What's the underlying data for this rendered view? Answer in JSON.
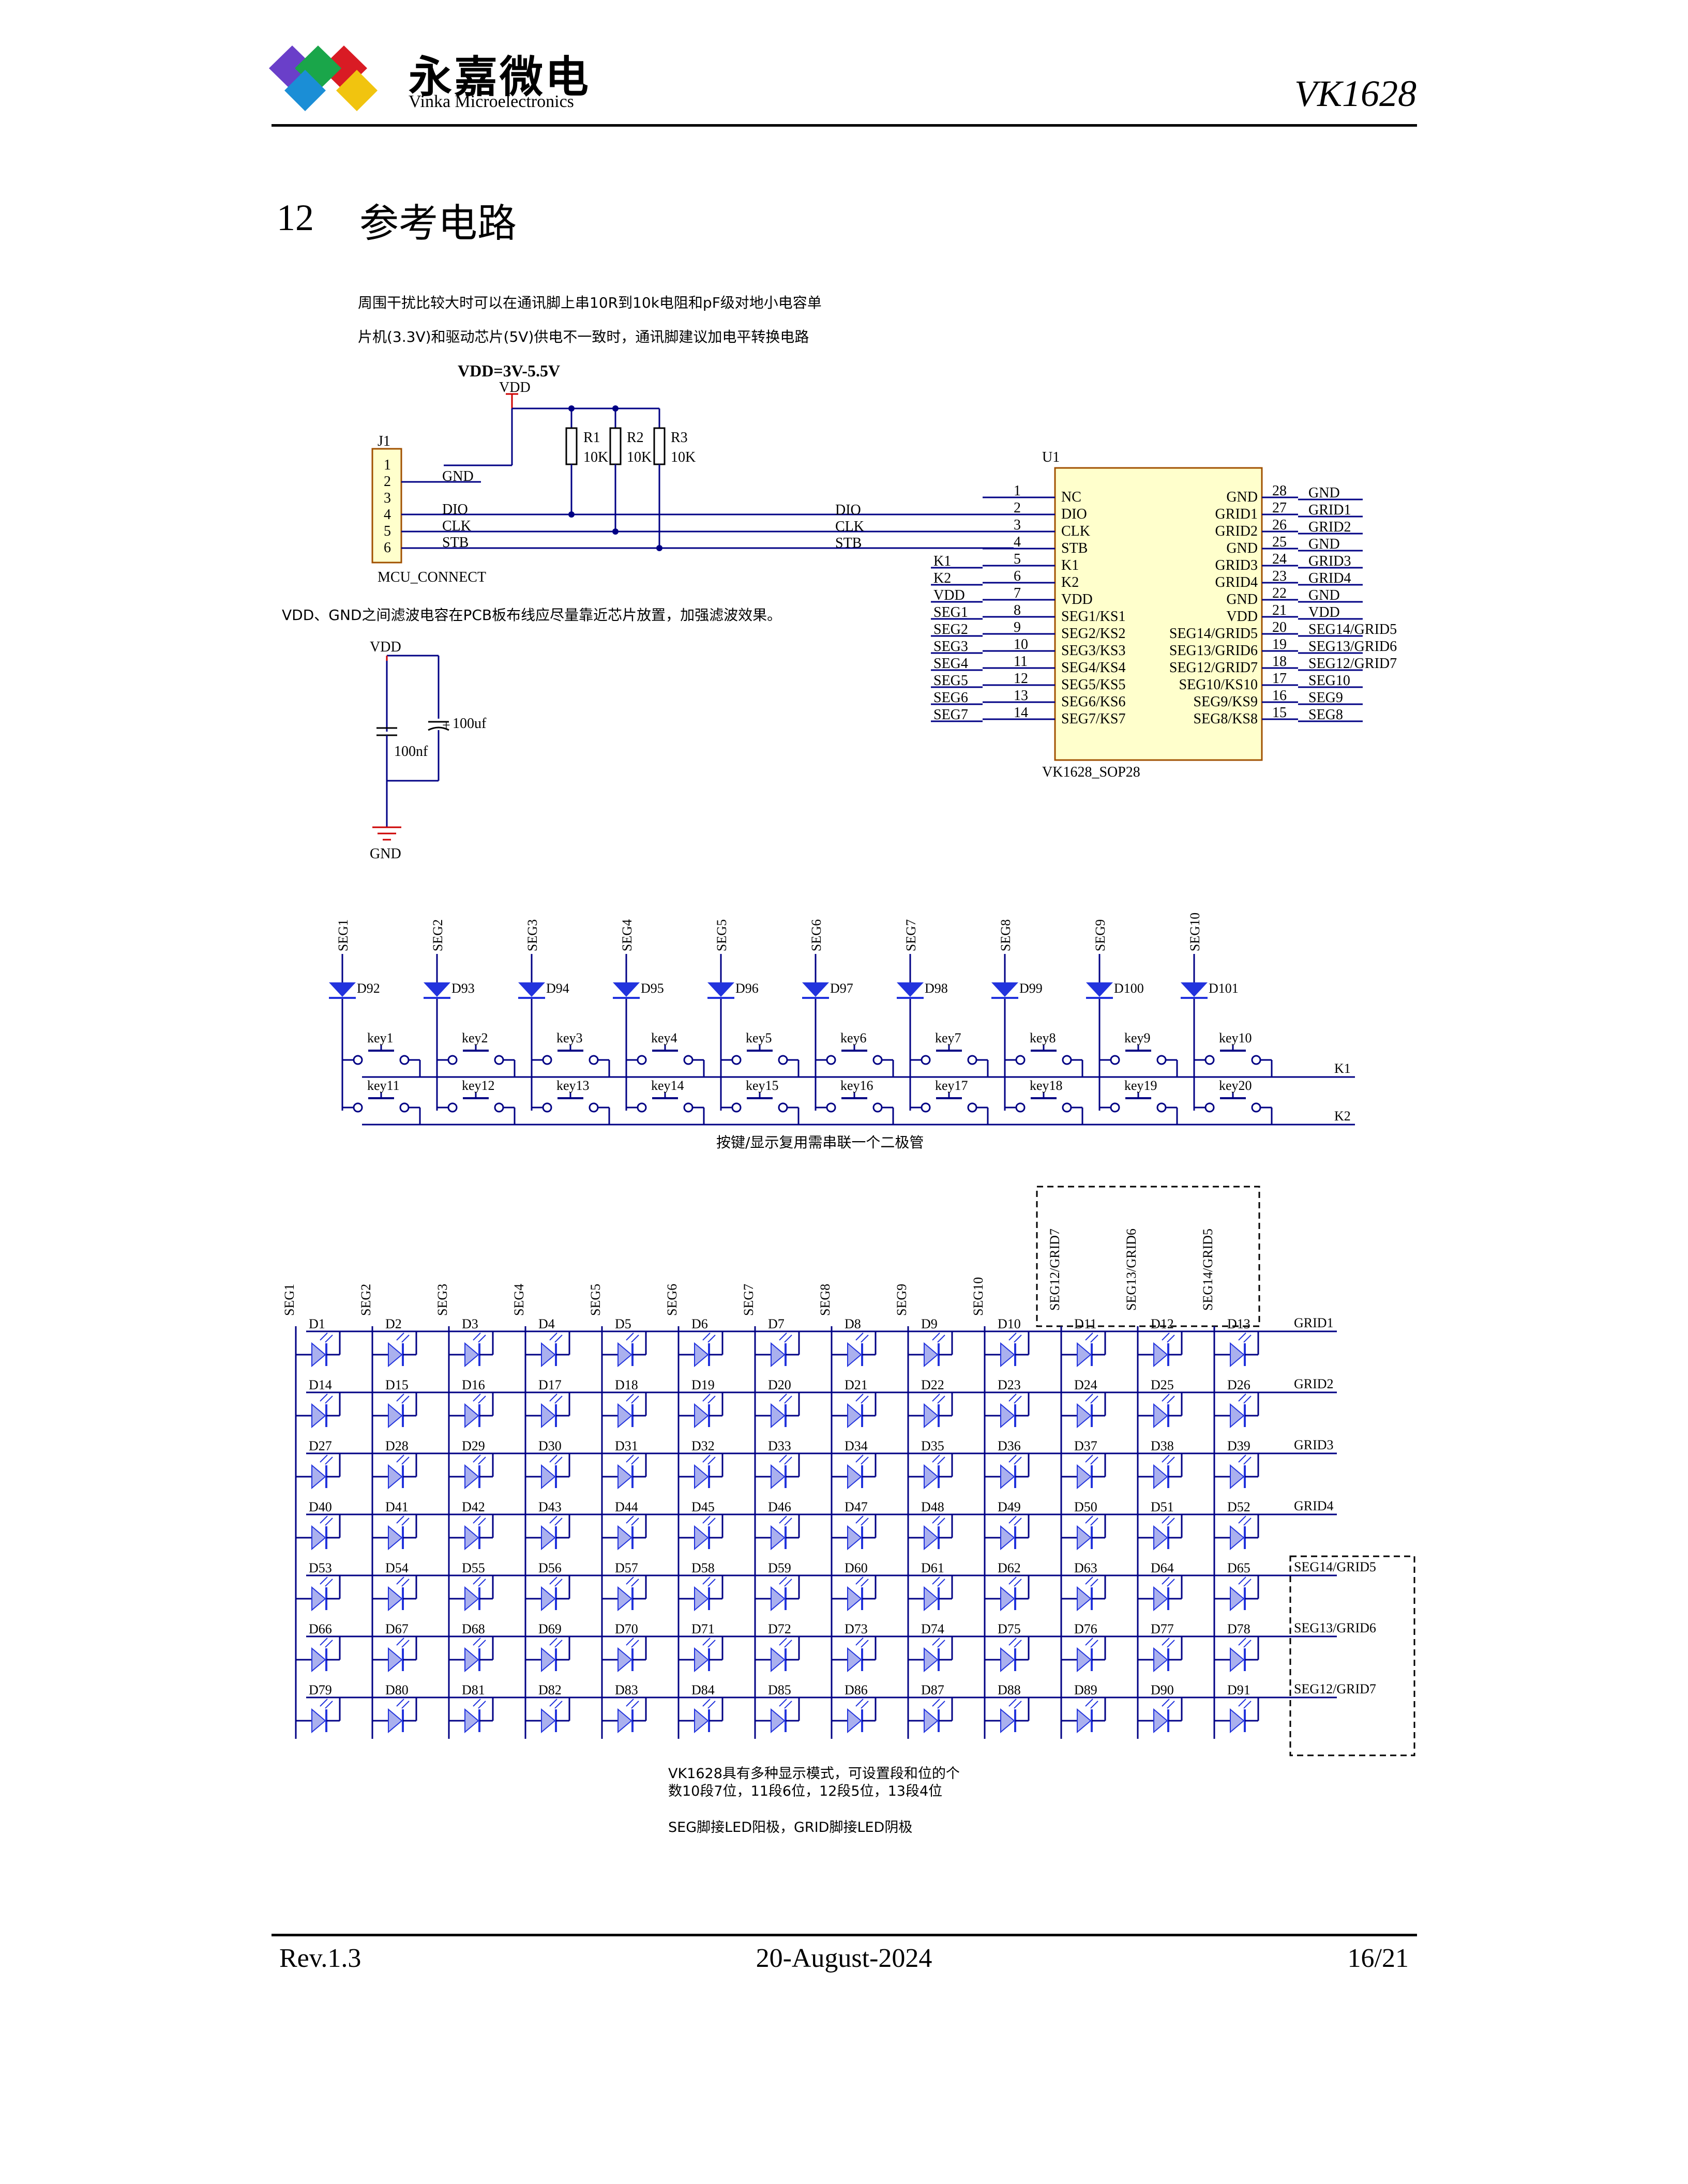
{
  "header": {
    "brand_cn": "永嘉微电",
    "brand_en": "Vinka Microelectronics",
    "doc_title": "VK1628",
    "logo_colors": [
      "#6a3fc9",
      "#d91b24",
      "#1aa64a",
      "#1b8ed6",
      "#f1c40f"
    ]
  },
  "section": {
    "number": "12",
    "title": "参考电路"
  },
  "notes": {
    "line1": "周围干扰比较大时可以在通讯脚上串10R到10k电阻和pF级对地小电容单",
    "line2": "片机(3.3V)和驱动芯片(5V)供电不一致时，通讯脚建议加电平转换电路",
    "filter_note": "VDD、GND之间滤波电容在PCB板布线应尽量靠近芯片放置，加强滤波效果。"
  },
  "power": {
    "range_label": "VDD=3V-5.5V",
    "vdd": "VDD",
    "gnd": "GND"
  },
  "connector": {
    "ref": "J1",
    "name": "MCU_CONNECT",
    "pins": [
      "1",
      "2",
      "3",
      "4",
      "5",
      "6"
    ],
    "nets": [
      "",
      "GND",
      "",
      "DIO",
      "CLK",
      "STB"
    ]
  },
  "resistors": [
    {
      "ref": "R1",
      "value": "10K"
    },
    {
      "ref": "R2",
      "value": "10K"
    },
    {
      "ref": "R3",
      "value": "10K"
    }
  ],
  "chip": {
    "ref": "U1",
    "part": "VK1628_SOP28",
    "left_pins": [
      {
        "num": "1",
        "name": "NC",
        "net": ""
      },
      {
        "num": "2",
        "name": "DIO",
        "net": "DIO"
      },
      {
        "num": "3",
        "name": "CLK",
        "net": "CLK"
      },
      {
        "num": "4",
        "name": "STB",
        "net": "STB"
      },
      {
        "num": "5",
        "name": "K1",
        "net": "K1"
      },
      {
        "num": "6",
        "name": "K2",
        "net": "K2"
      },
      {
        "num": "7",
        "name": "VDD",
        "net": "VDD"
      },
      {
        "num": "8",
        "name": "SEG1/KS1",
        "net": "SEG1"
      },
      {
        "num": "9",
        "name": "SEG2/KS2",
        "net": "SEG2"
      },
      {
        "num": "10",
        "name": "SEG3/KS3",
        "net": "SEG3"
      },
      {
        "num": "11",
        "name": "SEG4/KS4",
        "net": "SEG4"
      },
      {
        "num": "12",
        "name": "SEG5/KS5",
        "net": "SEG5"
      },
      {
        "num": "13",
        "name": "SEG6/KS6",
        "net": "SEG6"
      },
      {
        "num": "14",
        "name": "SEG7/KS7",
        "net": "SEG7"
      }
    ],
    "right_pins": [
      {
        "num": "28",
        "name": "GND",
        "net": "GND"
      },
      {
        "num": "27",
        "name": "GRID1",
        "net": "GRID1"
      },
      {
        "num": "26",
        "name": "GRID2",
        "net": "GRID2"
      },
      {
        "num": "25",
        "name": "GND",
        "net": "GND"
      },
      {
        "num": "24",
        "name": "GRID3",
        "net": "GRID3"
      },
      {
        "num": "23",
        "name": "GRID4",
        "net": "GRID4"
      },
      {
        "num": "22",
        "name": "GND",
        "net": "GND"
      },
      {
        "num": "21",
        "name": "VDD",
        "net": "VDD"
      },
      {
        "num": "20",
        "name": "SEG14/GRID5",
        "net": "SEG14/GRID5"
      },
      {
        "num": "19",
        "name": "SEG13/GRID6",
        "net": "SEG13/GRID6"
      },
      {
        "num": "18",
        "name": "SEG12/GRID7",
        "net": "SEG12/GRID7"
      },
      {
        "num": "17",
        "name": "SEG10/KS10",
        "net": "SEG10"
      },
      {
        "num": "16",
        "name": "SEG9/KS9",
        "net": "SEG9"
      },
      {
        "num": "15",
        "name": "SEG8/KS8",
        "net": "SEG8"
      }
    ]
  },
  "capacitors": {
    "c1": "100nf",
    "c2": "100uf",
    "polarity": "+"
  },
  "keys": {
    "segs": [
      "SEG1",
      "SEG2",
      "SEG3",
      "SEG4",
      "SEG5",
      "SEG6",
      "SEG7",
      "SEG8",
      "SEG9",
      "SEG10"
    ],
    "diodes": [
      "D92",
      "D93",
      "D94",
      "D95",
      "D96",
      "D97",
      "D98",
      "D99",
      "D100",
      "D101"
    ],
    "row1": [
      "key1",
      "key2",
      "key3",
      "key4",
      "key5",
      "key6",
      "key7",
      "key8",
      "key9",
      "key10"
    ],
    "row2": [
      "key11",
      "key12",
      "key13",
      "key14",
      "key15",
      "key16",
      "key17",
      "key18",
      "key19",
      "key20"
    ],
    "lines": [
      "K1",
      "K2"
    ],
    "caption": "按键/显示复用需串联一个二极管"
  },
  "led_matrix": {
    "col_segs": [
      "SEG1",
      "SEG2",
      "SEG3",
      "SEG4",
      "SEG5",
      "SEG6",
      "SEG7",
      "SEG8",
      "SEG9",
      "SEG10",
      "SEG12/GRID7",
      "SEG13/GRID6",
      "SEG14/GRID5"
    ],
    "rows": [
      "GRID1",
      "GRID2",
      "GRID3",
      "GRID4",
      "SEG14/GRID5",
      "SEG13/GRID6",
      "SEG12/GRID7"
    ],
    "diode_prefix": "D",
    "diode_start": 1,
    "cols": 13
  },
  "bottom_notes": {
    "line1": "VK1628具有多种显示模式，可设置段和位的个",
    "line2": "数10段7位，11段6位，12段5位，13段4位",
    "line3": "SEG脚接LED阳极，GRID脚接LED阴极"
  },
  "footer": {
    "rev": "Rev.1.3",
    "date": "20-August-2024",
    "page": "16/21"
  }
}
